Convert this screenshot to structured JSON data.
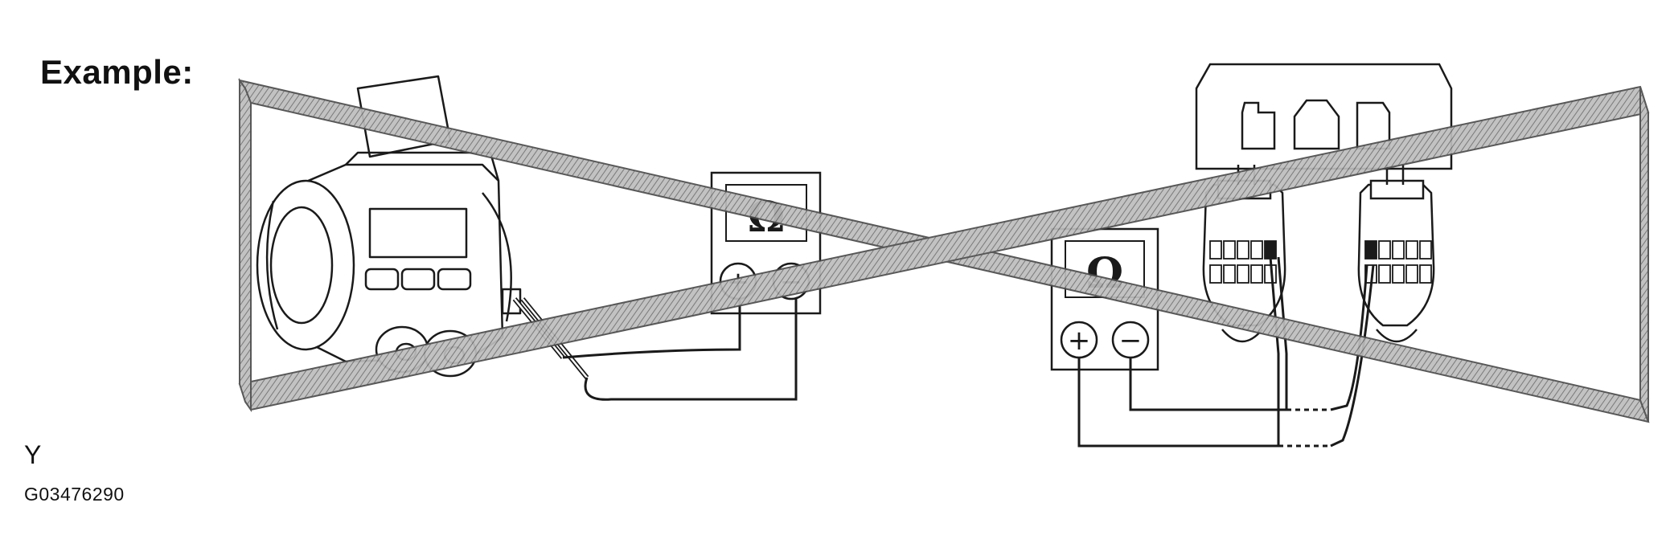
{
  "figure": {
    "example_label": "Example:",
    "corner_letter": "Y",
    "figure_code": "G03476290"
  },
  "meters": [
    {
      "symbol": "Ω",
      "plus": "+",
      "minus": "−"
    },
    {
      "symbol": "Ω",
      "plus": "+",
      "minus": "−"
    }
  ],
  "colors": {
    "line": "#1a1a1a",
    "cross_band": "#8a8a8a",
    "background": "#ffffff"
  }
}
